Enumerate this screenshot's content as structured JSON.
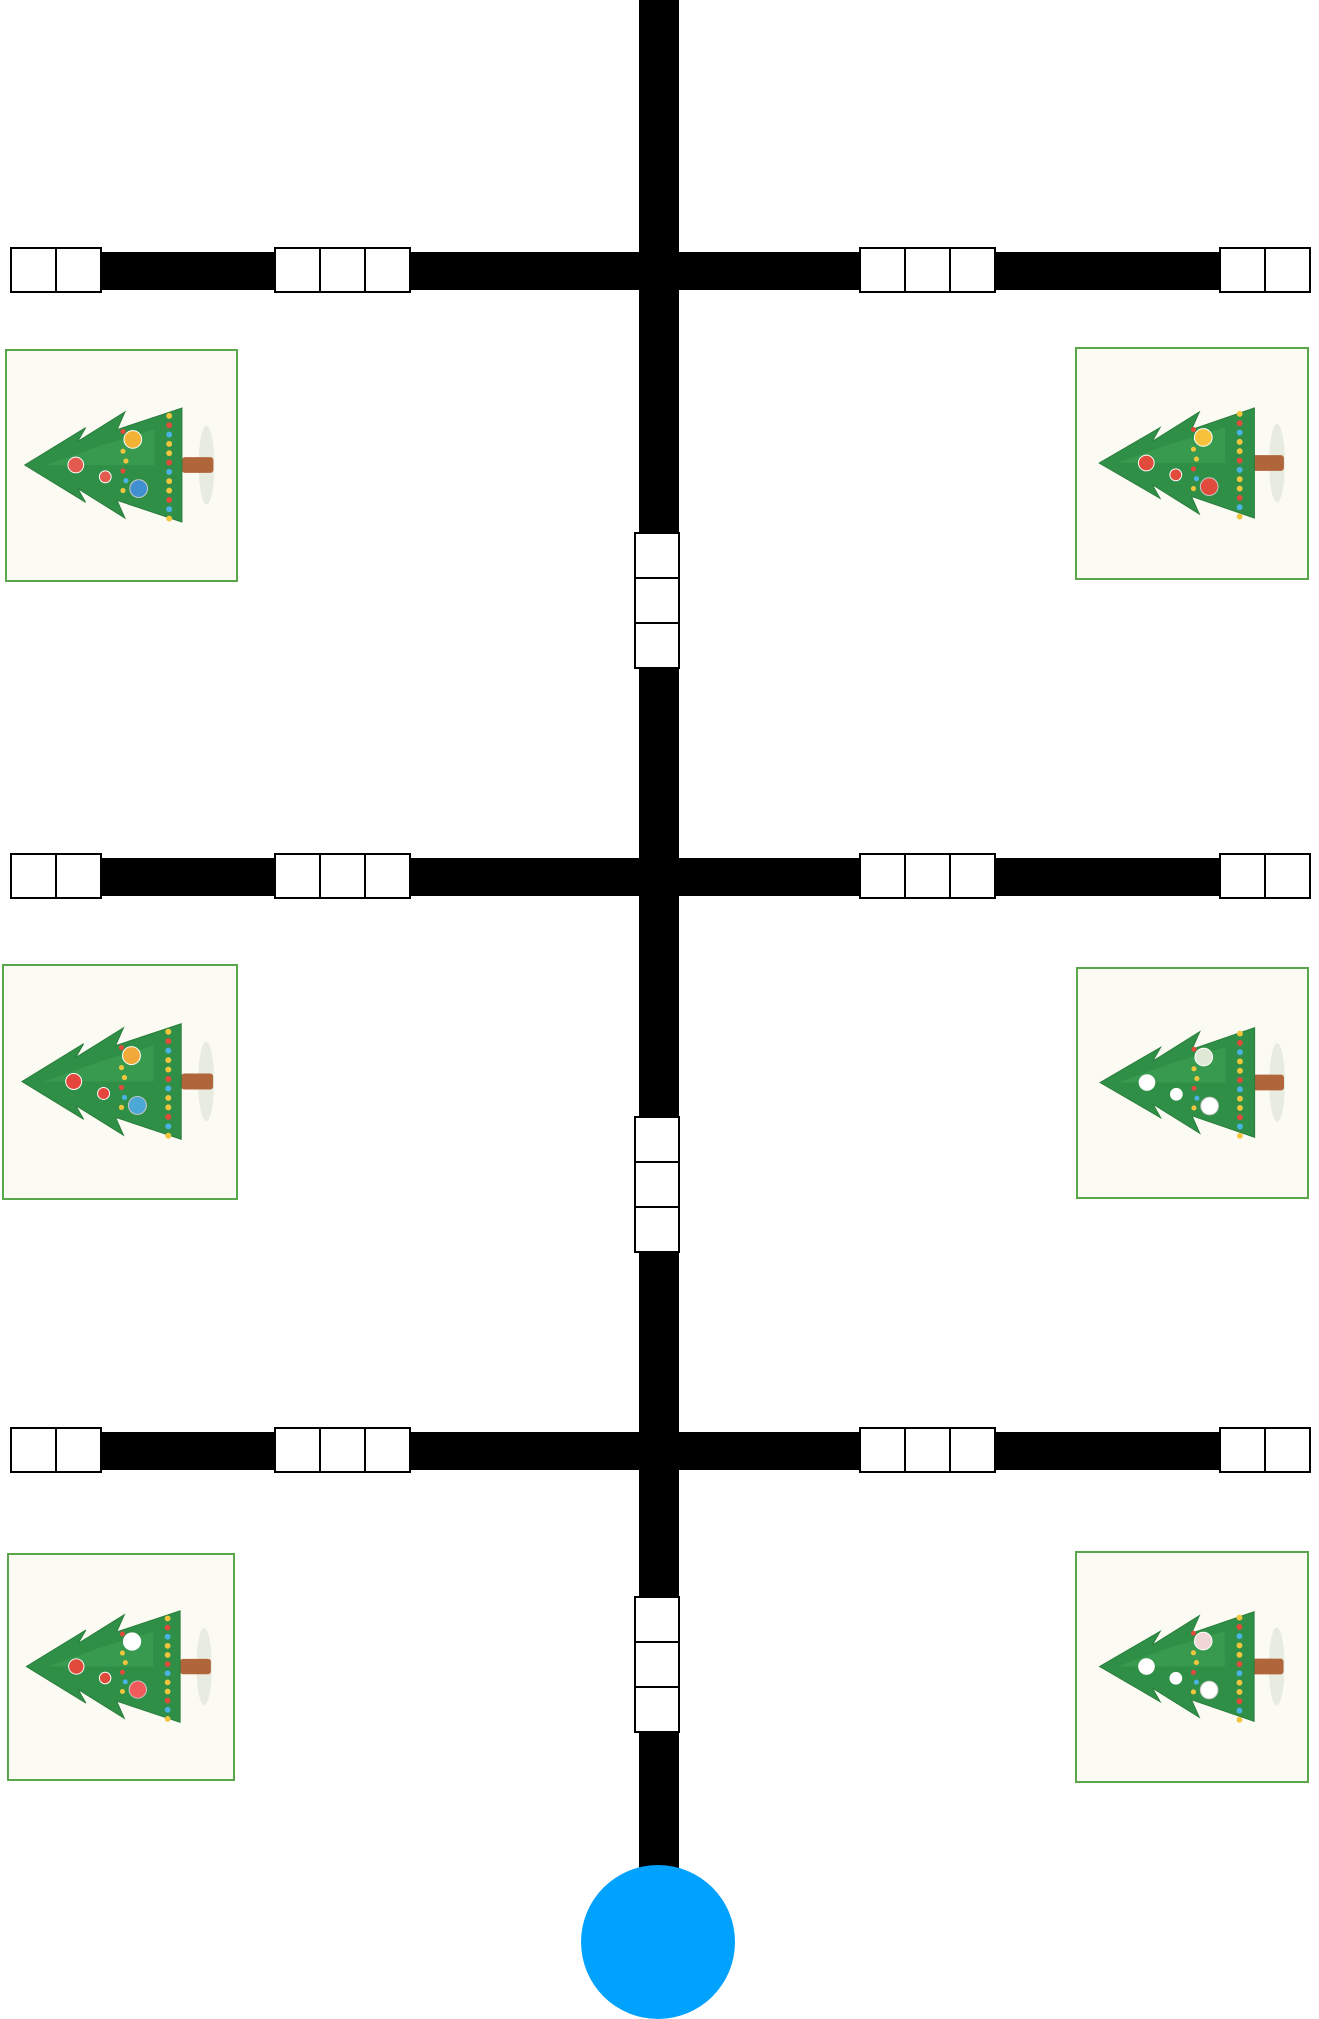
{
  "board": {
    "colors": {
      "path": "#000000",
      "cell_fill": "#ffffff",
      "card_border": "#5aa64a",
      "card_background": "#fbfbf3",
      "tree_green": "#2f8f47",
      "tree_green_light": "#3fa153",
      "trunk": "#b0653a",
      "start_circle": "#00a2fd"
    },
    "start_marker": {
      "icon": "start-circle-icon"
    },
    "branches": [
      {
        "left_cells": [
          2,
          3
        ],
        "right_cells": [
          3,
          2
        ]
      },
      {
        "left_cells": [
          2,
          3
        ],
        "right_cells": [
          3,
          2
        ]
      },
      {
        "left_cells": [
          2,
          3
        ],
        "right_cells": [
          3,
          2
        ]
      }
    ],
    "trunk_cell_groups": [
      3,
      3,
      3
    ],
    "trees": [
      {
        "side": "left",
        "icon": "christmas-tree-icon",
        "decor": "baubles-and-lights"
      },
      {
        "side": "right",
        "icon": "christmas-tree-icon",
        "decor": "star-and-garland"
      },
      {
        "side": "left",
        "icon": "christmas-tree-icon",
        "decor": "balls-and-lights"
      },
      {
        "side": "right",
        "icon": "christmas-tree-icon",
        "decor": "white-ornaments"
      },
      {
        "side": "left",
        "icon": "christmas-tree-icon",
        "decor": "red-beads-and-balls"
      },
      {
        "side": "right",
        "icon": "christmas-tree-icon",
        "decor": "snow-ornaments"
      }
    ]
  }
}
